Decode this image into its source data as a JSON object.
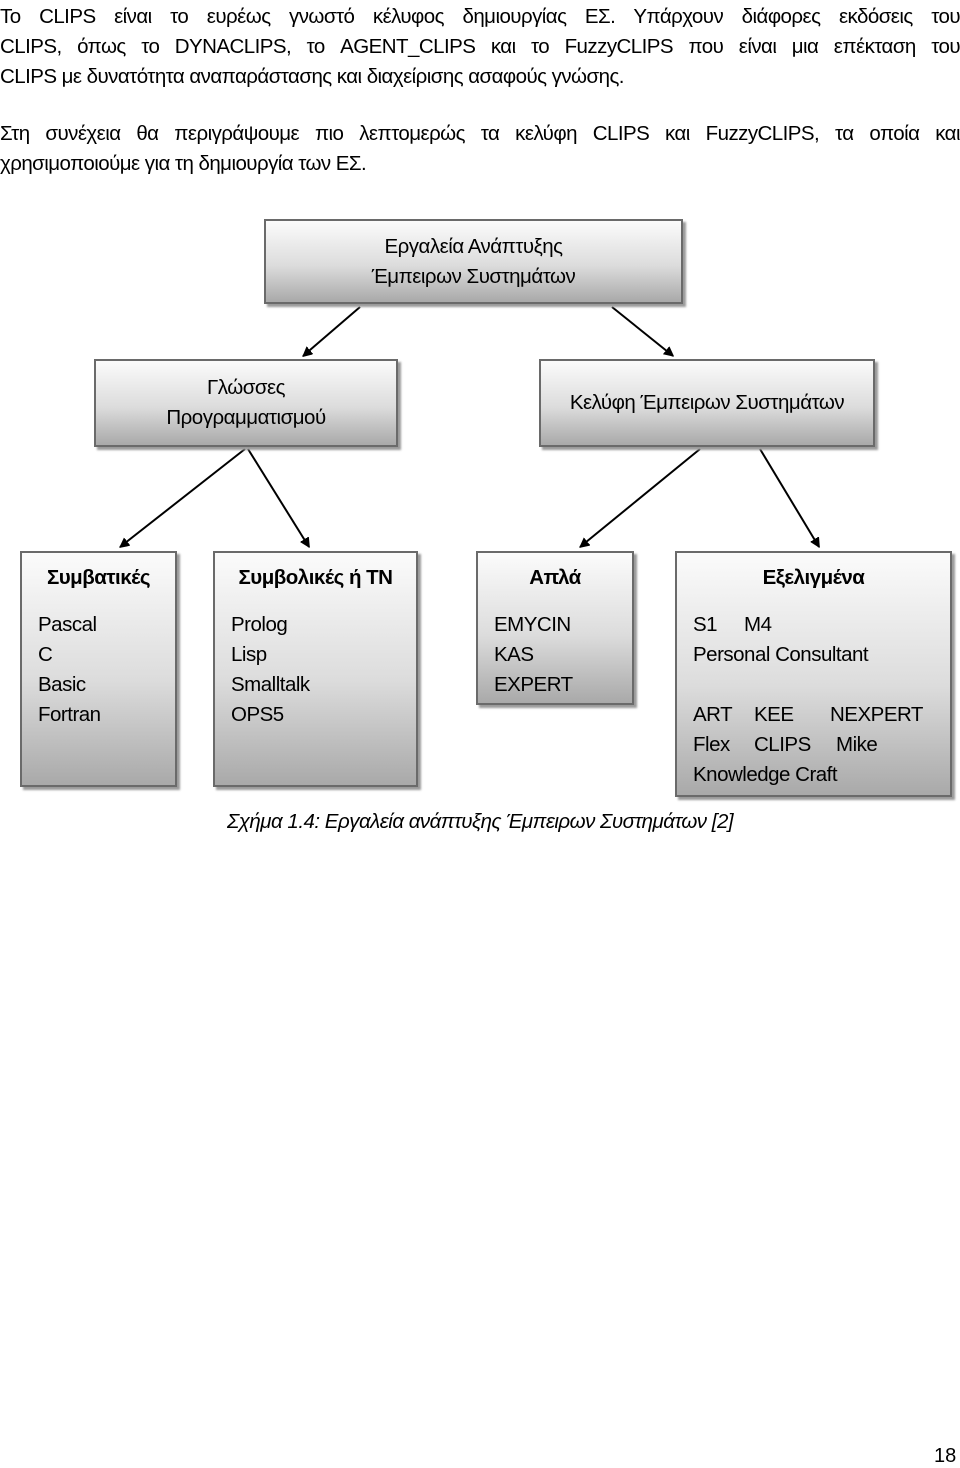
{
  "paragraphs": [
    [
      "Το CLIPS είναι το ευρέως γνωστό κέλυφος δημιουργίας ΕΣ. Υπάρχουν διάφορες εκδόσεις του",
      "CLIPS, όπως το DYNACLIPS, το AGENT_CLIPS και το FuzzyCLIPS που είναι μια επέκταση του",
      "CLIPS με δυνατότητα αναπαράστασης και διαχείρισης ασαφούς γνώσης."
    ],
    [
      "Στη συνέχεια θα περιγράψουμε πιο λεπτομερώς τα κελύφη CLIPS και FuzzyCLIPS, τα οποία και",
      "χρησιμοποιούμε για τη δημιουργία των ΕΣ."
    ]
  ],
  "diagram": {
    "root": [
      "Εργαλεία Ανάπτυξης",
      "Έμπειρων Συστημάτων"
    ],
    "languages": [
      "Γλώσσες",
      "Προγραμματισμού"
    ],
    "shells": "Κελύφη Έμπειρων Συστημάτων",
    "conventional": {
      "title": "Συμβατικές",
      "items": [
        "Pascal",
        "C",
        "Basic",
        "Fortran"
      ]
    },
    "symbolic": {
      "title": "Συμβολικές ή ΤΝ",
      "items": [
        "Prolog",
        "Lisp",
        "Smalltalk",
        "OPS5"
      ]
    },
    "simple": {
      "title": "Απλά",
      "items": [
        "EMYCIN",
        "KAS",
        "EXPERT"
      ]
    },
    "advanced": {
      "title": "Εξελιγμένα",
      "rows": [
        [
          "S1",
          "M4"
        ],
        [
          "Personal Consultant"
        ],
        [],
        [
          "ART",
          "KEE",
          "NEXPERT"
        ],
        [
          "Flex",
          "CLIPS",
          "Mike"
        ],
        [
          "Knowledge Craft"
        ]
      ]
    }
  },
  "caption": "Σχήμα 1.4: Εργαλεία ανάπτυξης Έμπειρων Συστημάτων [2]",
  "page_number": "18"
}
